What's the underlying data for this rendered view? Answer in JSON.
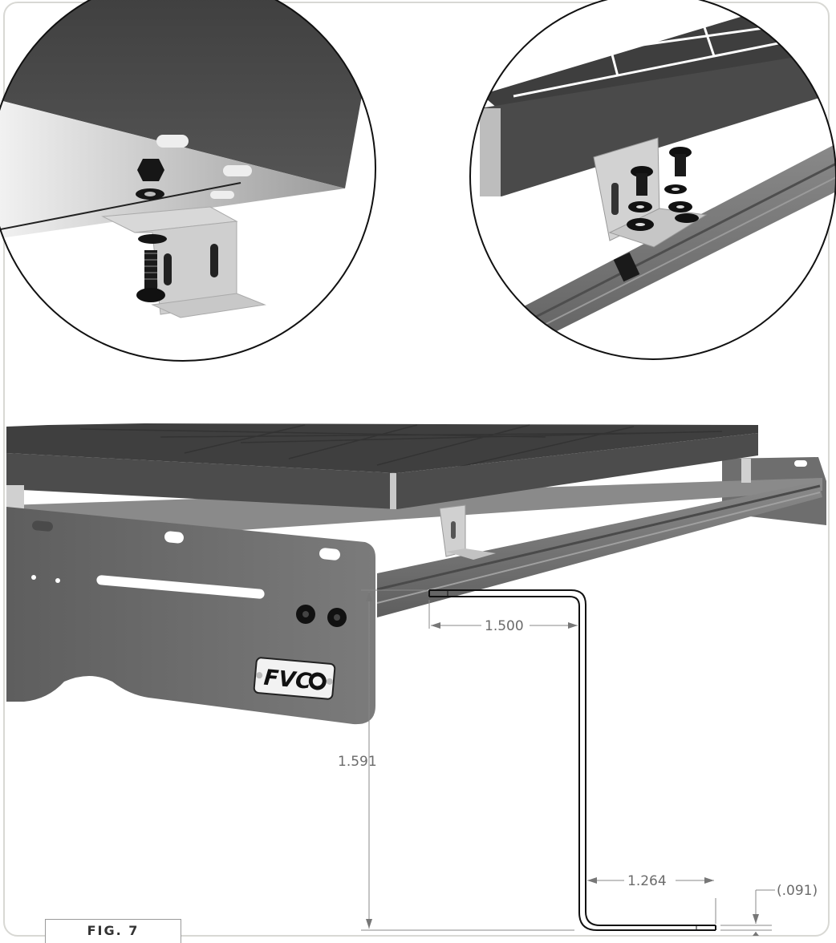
{
  "badge": {
    "logo_text": "FVC"
  },
  "dimensions": {
    "height": "1.591",
    "top_flange": "1.500",
    "bottom_flange": "1.264",
    "thickness": "(.091)"
  },
  "figure": {
    "label": "FIG. 7"
  },
  "colors": {
    "panel_top": "#4a4a4a",
    "panel_side": "#555555",
    "bracket": "#cfcfcf",
    "side_plate": "#6c6c6c",
    "rail": "#7a7a7a",
    "outline": "#111111",
    "dimension_line": "#888888",
    "frame_border": "#d8d8d4"
  }
}
